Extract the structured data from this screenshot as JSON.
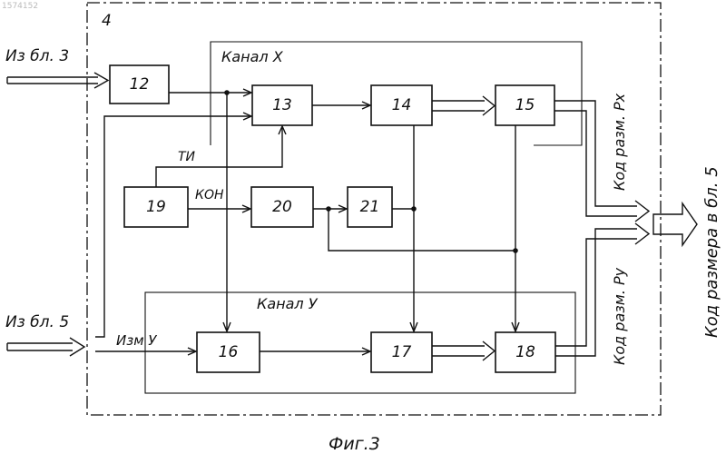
{
  "figure": {
    "watermark": "1574152",
    "caption": "Фиг.3",
    "outer_block_label": "4"
  },
  "channels": {
    "x_label": "Канал Х",
    "y_label": "Канал У"
  },
  "blocks": [
    {
      "id": "12",
      "label": "12"
    },
    {
      "id": "13",
      "label": "13"
    },
    {
      "id": "14",
      "label": "14"
    },
    {
      "id": "15",
      "label": "15"
    },
    {
      "id": "16",
      "label": "16"
    },
    {
      "id": "17",
      "label": "17"
    },
    {
      "id": "18",
      "label": "18"
    },
    {
      "id": "19",
      "label": "19"
    },
    {
      "id": "20",
      "label": "20"
    },
    {
      "id": "21",
      "label": "21"
    }
  ],
  "inputs": {
    "from_block3": "Из бл. 3",
    "from_block5": "Из бл. 5",
    "meas_y": "Изм У"
  },
  "signals": {
    "ti": "ТИ",
    "kon": "КОН"
  },
  "outputs": {
    "code_px": "Код разм. Рх",
    "code_py": "Код разм. Ру",
    "code_to_block5": "Код размера  в бл. 5"
  }
}
